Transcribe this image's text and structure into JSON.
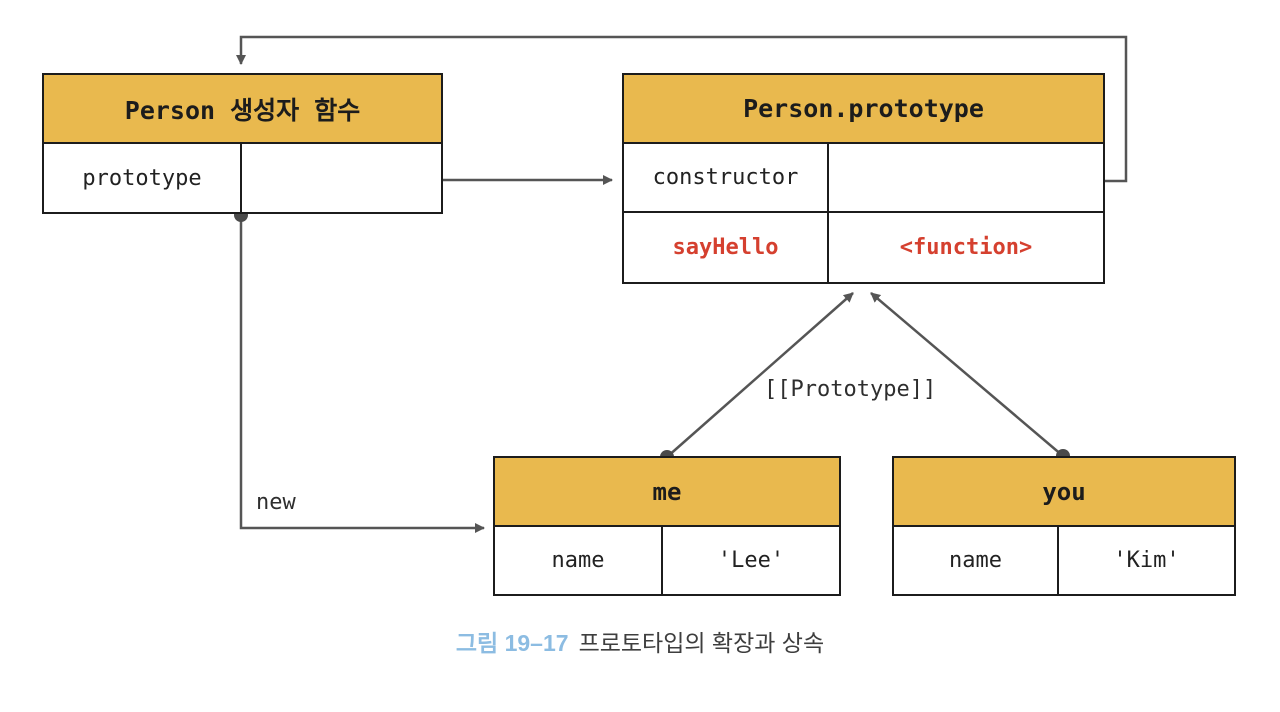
{
  "diagram": {
    "person_box": {
      "title": "Person 생성자 함수",
      "rows": [
        {
          "key": "prototype",
          "value": ""
        }
      ]
    },
    "prototype_box": {
      "title": "Person.prototype",
      "rows": [
        {
          "key": "constructor",
          "value": ""
        },
        {
          "key": "sayHello",
          "value": "<function>"
        }
      ]
    },
    "me_box": {
      "title": "me",
      "rows": [
        {
          "key": "name",
          "value": "'Lee'"
        }
      ]
    },
    "you_box": {
      "title": "you",
      "rows": [
        {
          "key": "name",
          "value": "'Kim'"
        }
      ]
    },
    "labels": {
      "new": "new",
      "prototype_link": "[[Prototype]]"
    },
    "caption": {
      "number": "그림 19–17",
      "text": "프로토타입의 확장과 상속"
    },
    "colors": {
      "header_gold": "#e9b94e",
      "box_border": "#1c1c1c",
      "arrow_gray": "#555555",
      "dot_gray": "#4a4a4a",
      "red_text": "#d5402f",
      "caption_blue": "#8cbce2",
      "caption_text": "#3e3e3e"
    }
  }
}
